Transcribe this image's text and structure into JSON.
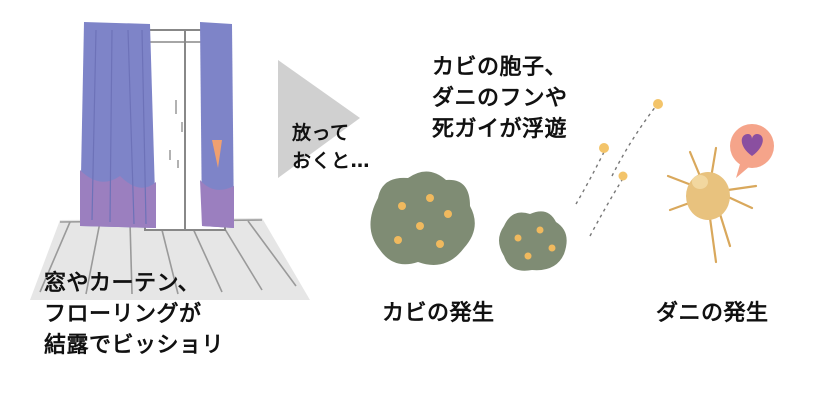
{
  "captions": {
    "window": [
      "窓やカーテン、",
      "フローリングが",
      "結露でビッショリ"
    ],
    "leave": [
      "放って",
      "おくと…"
    ],
    "spores": [
      "カビの胞子、",
      "ダニのフンや",
      "死ガイが浮遊"
    ]
  },
  "labels": {
    "mold": "カビの発生",
    "mite": "ダニの発生"
  },
  "icons": [
    "curtain-window",
    "arrow-right",
    "mold-cluster",
    "spore",
    "mite",
    "heart-bubble"
  ],
  "colors": {
    "curtain": "#7e84c8",
    "curtain_bottom": "#9b7fbf",
    "floor": "#dcdcdc",
    "arrow": "#d0d0d0",
    "mold": "#7f8c74",
    "mold_dot": "#f0b95e",
    "mite": "#e8c27e",
    "heart_bubble": "#f5a48a",
    "heart": "#8a4fa0"
  }
}
